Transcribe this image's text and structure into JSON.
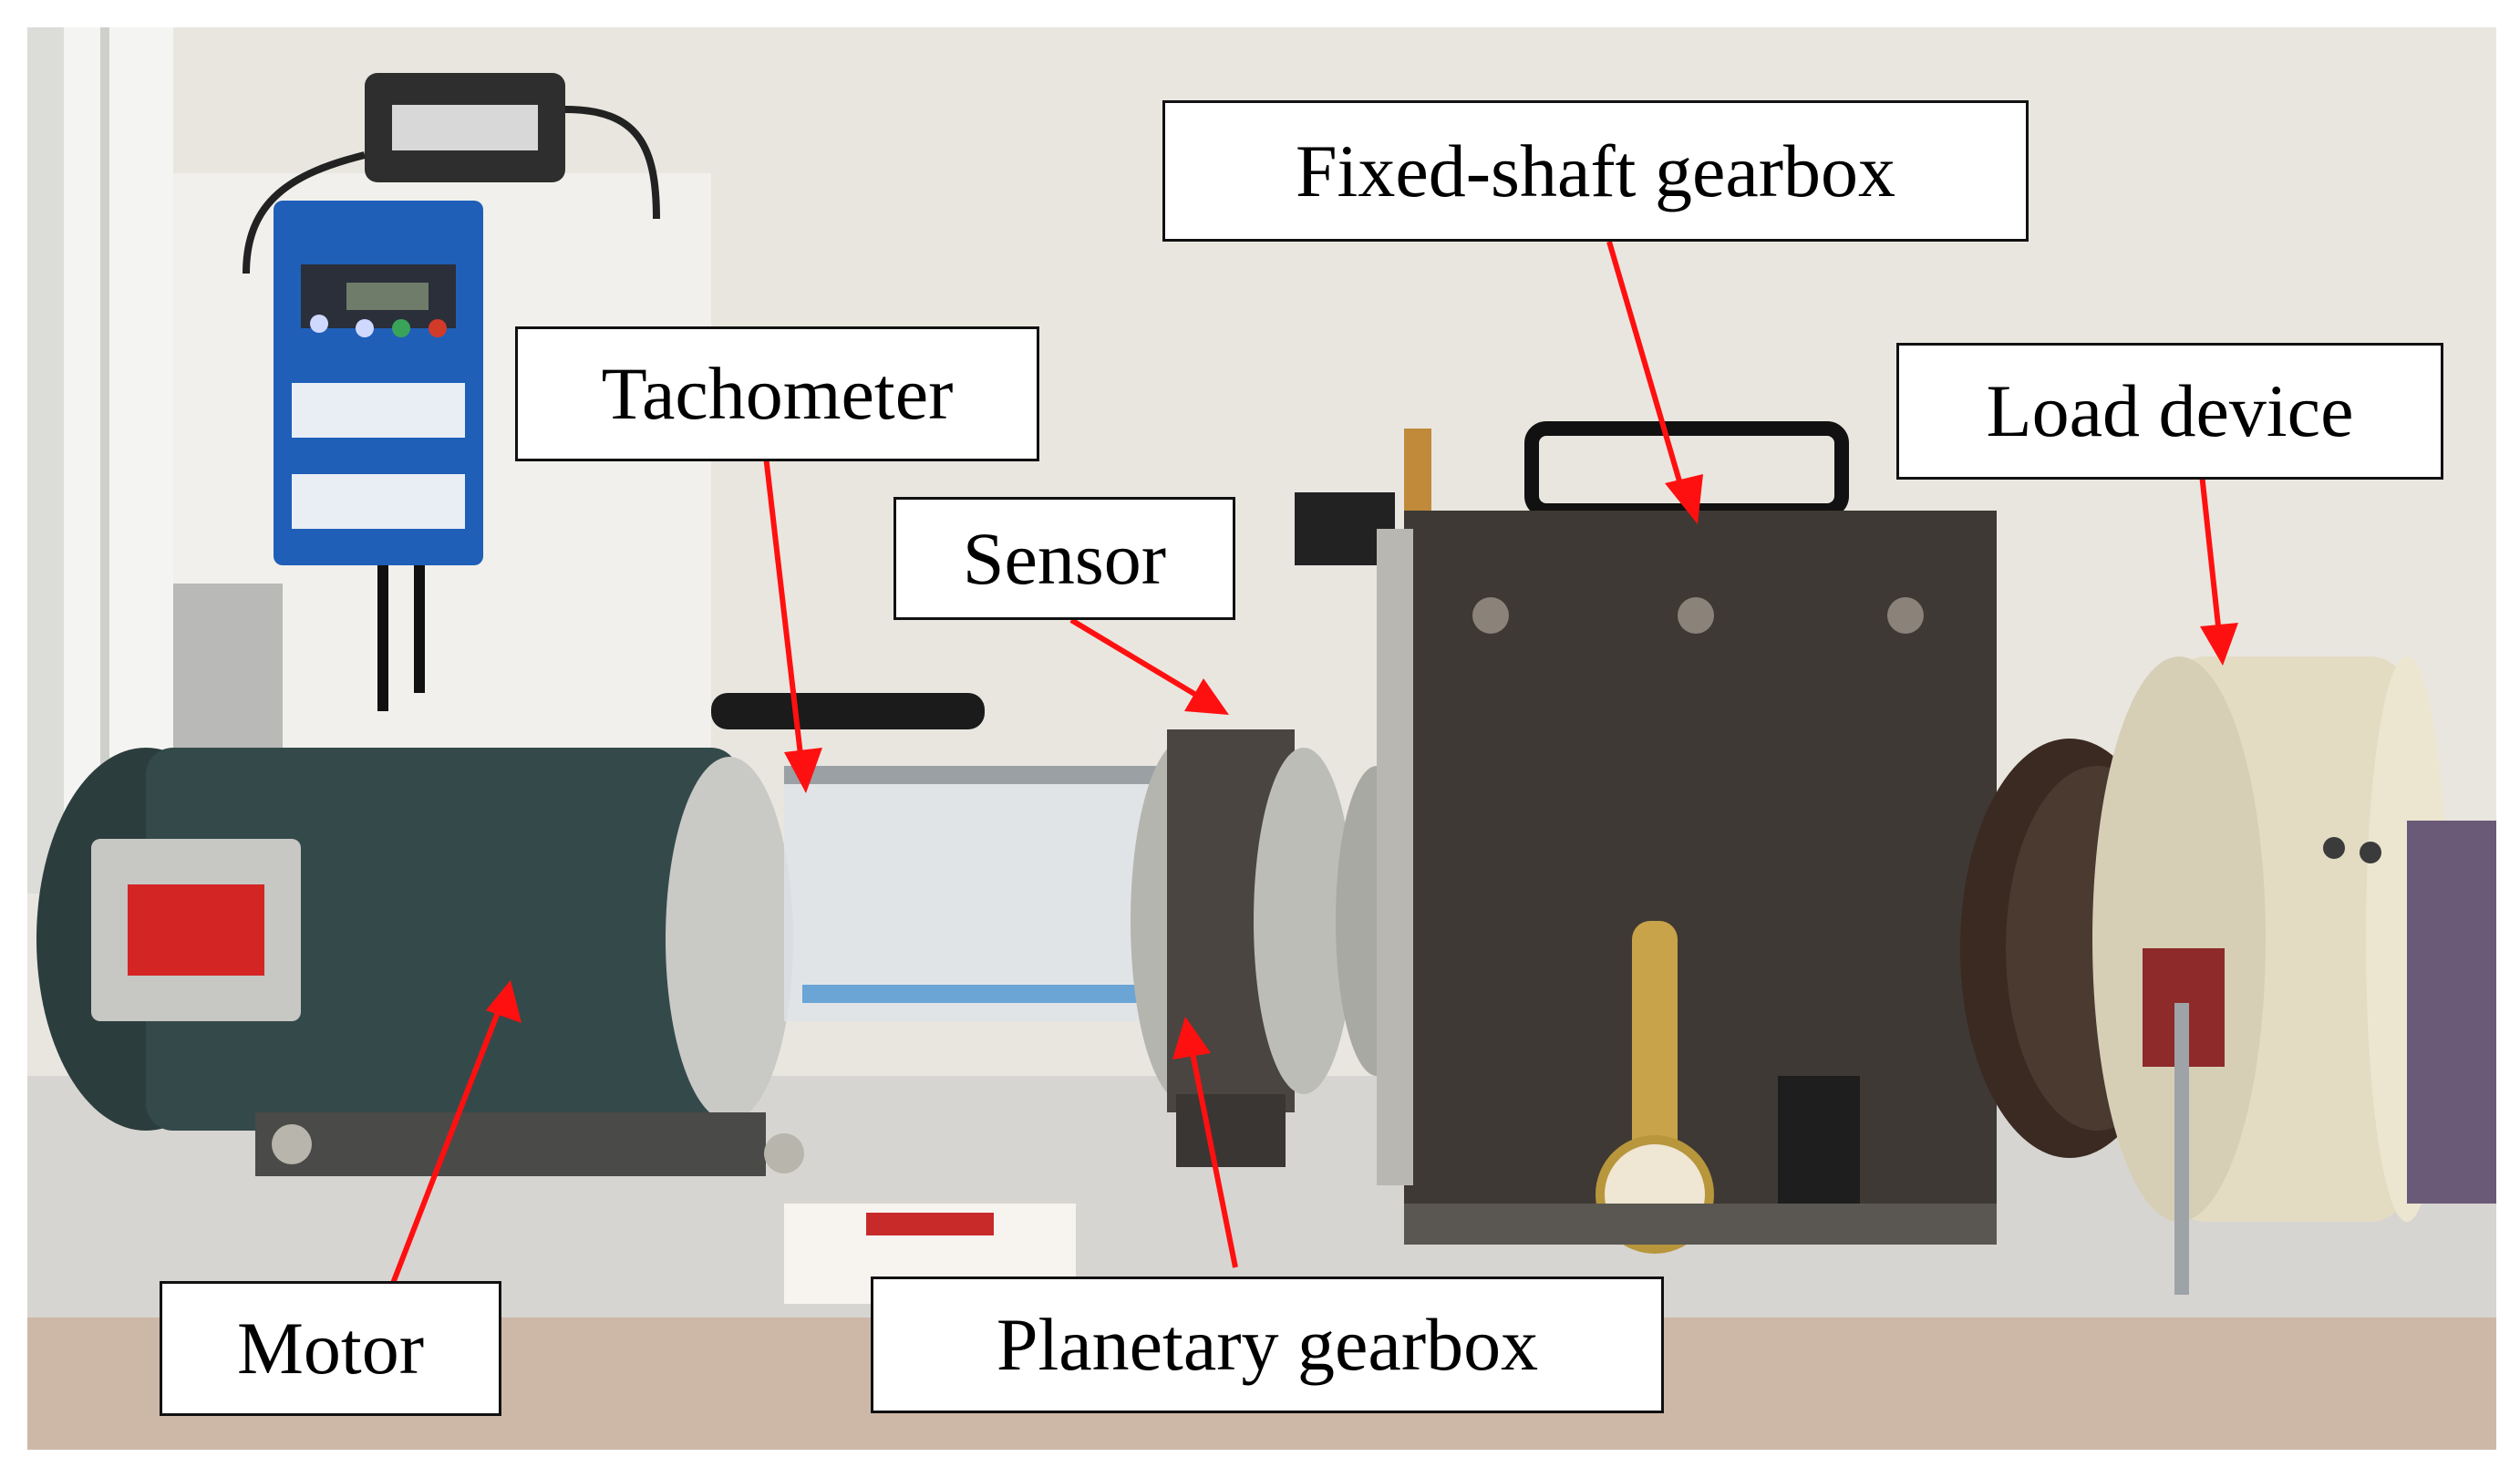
{
  "labels": {
    "fixed_shaft_gearbox": "Fixed-shaft gearbox",
    "tachometer": "Tachometer",
    "load_device": "Load device",
    "sensor": "Sensor",
    "motor": "Motor",
    "planetary_gearbox": "Planetary gearbox"
  },
  "colors": {
    "arrow": "#ff1010",
    "wall": "#e9e6e0",
    "bench": "#d7d5d1",
    "table_edge": "#cdb8a8",
    "motor_body": "#344a4a",
    "gearbox_body": "#3e3934",
    "load_device_ring": "#e3dcc3",
    "controller_blue": "#1f5fb8"
  }
}
